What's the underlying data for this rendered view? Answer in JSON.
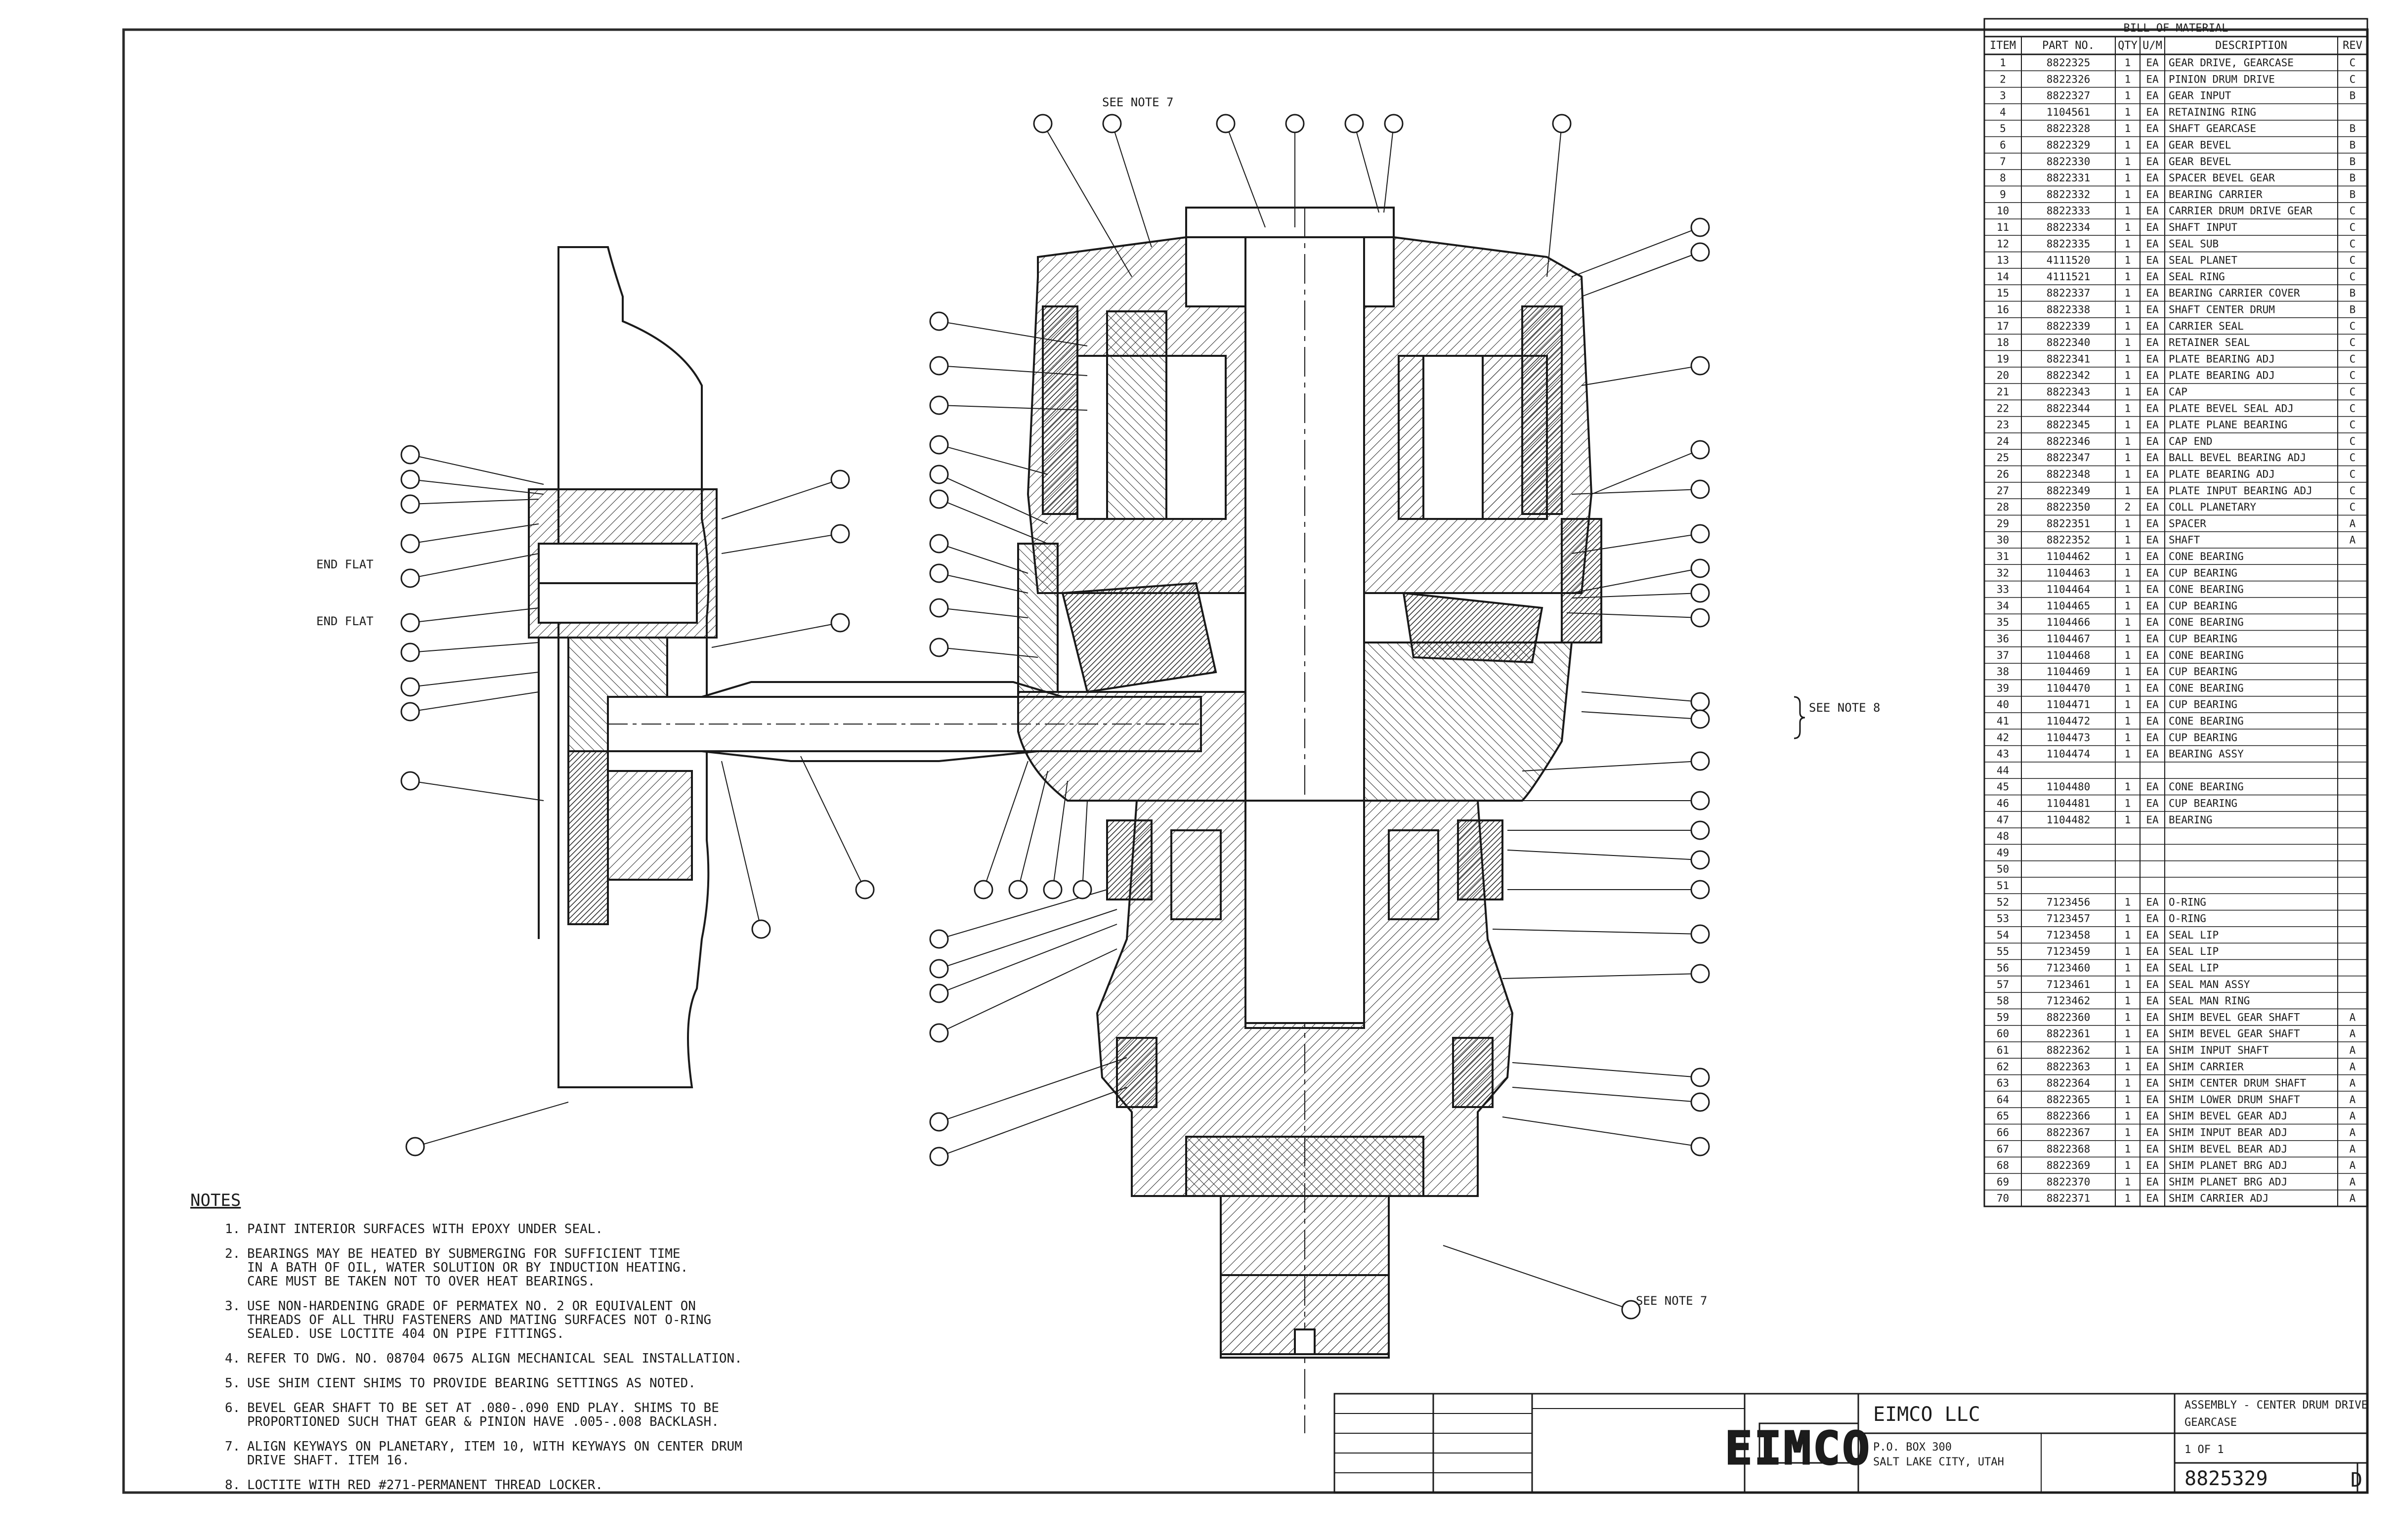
{
  "drawing": {
    "see_note_top": "SEE NOTE 7",
    "see_note_8": "SEE NOTE 8",
    "see_note_7_bottom": "SEE NOTE 7",
    "flat_label": "END FLAT"
  },
  "notes": {
    "heading": "NOTES",
    "items": [
      {
        "num": "1.",
        "lines": [
          "PAINT INTERIOR SURFACES WITH EPOXY UNDER SEAL."
        ]
      },
      {
        "num": "2.",
        "lines": [
          "BEARINGS MAY BE HEATED BY SUBMERGING FOR SUFFICIENT TIME",
          "IN A BATH OF OIL, WATER SOLUTION OR BY INDUCTION HEATING.",
          "CARE MUST BE TAKEN NOT TO OVER HEAT BEARINGS."
        ]
      },
      {
        "num": "3.",
        "lines": [
          "USE NON-HARDENING GRADE OF PERMATEX NO. 2 OR EQUIVALENT ON",
          "THREADS OF ALL THRU FASTENERS AND MATING SURFACES NOT O-RING",
          "SEALED. USE LOCTITE 404 ON PIPE FITTINGS."
        ]
      },
      {
        "num": "4.",
        "lines": [
          "REFER TO DWG. NO. 08704 0675 ALIGN MECHANICAL SEAL INSTALLATION."
        ]
      },
      {
        "num": "5.",
        "lines": [
          "USE SHIM CIENT SHIMS TO PROVIDE BEARING SETTINGS AS NOTED."
        ]
      },
      {
        "num": "6.",
        "lines": [
          "BEVEL GEAR SHAFT TO BE SET AT .080-.090 END PLAY. SHIMS TO BE",
          "PROPORTIONED SUCH THAT GEAR & PINION HAVE .005-.008 BACKLASH."
        ]
      },
      {
        "num": "7.",
        "lines": [
          "ALIGN KEYWAYS ON PLANETARY, ITEM 10, WITH KEYWAYS ON CENTER DRUM",
          "DRIVE SHAFT. ITEM 16."
        ]
      },
      {
        "num": "8.",
        "lines": [
          "LOCTITE WITH RED #271-PERMANENT THREAD LOCKER."
        ]
      }
    ]
  },
  "bom": {
    "title": "BILL OF MATERIAL",
    "headers": [
      "ITEM",
      "PART NO.",
      "QTY",
      "U/M",
      "DESCRIPTION",
      "REV"
    ],
    "rows": [
      [
        "1",
        "8822325",
        "1",
        "EA",
        "GEAR DRIVE, GEARCASE",
        "C"
      ],
      [
        "2",
        "8822326",
        "1",
        "EA",
        "PINION DRUM DRIVE",
        "C"
      ],
      [
        "3",
        "8822327",
        "1",
        "EA",
        "GEAR INPUT",
        "B"
      ],
      [
        "4",
        "1104561",
        "1",
        "EA",
        "RETAINING RING",
        ""
      ],
      [
        "5",
        "8822328",
        "1",
        "EA",
        "SHAFT GEARCASE",
        "B"
      ],
      [
        "6",
        "8822329",
        "1",
        "EA",
        "GEAR BEVEL",
        "B"
      ],
      [
        "7",
        "8822330",
        "1",
        "EA",
        "GEAR BEVEL",
        "B"
      ],
      [
        "8",
        "8822331",
        "1",
        "EA",
        "SPACER BEVEL GEAR",
        "B"
      ],
      [
        "9",
        "8822332",
        "1",
        "EA",
        "BEARING CARRIER",
        "B"
      ],
      [
        "10",
        "8822333",
        "1",
        "EA",
        "CARRIER DRUM DRIVE GEAR",
        "C"
      ],
      [
        "11",
        "8822334",
        "1",
        "EA",
        "SHAFT INPUT",
        "C"
      ],
      [
        "12",
        "8822335",
        "1",
        "EA",
        "SEAL SUB",
        "C"
      ],
      [
        "13",
        "4111520",
        "1",
        "EA",
        "SEAL PLANET",
        "C"
      ],
      [
        "14",
        "4111521",
        "1",
        "EA",
        "SEAL RING",
        "C"
      ],
      [
        "15",
        "8822337",
        "1",
        "EA",
        "BEARING CARRIER COVER",
        "B"
      ],
      [
        "16",
        "8822338",
        "1",
        "EA",
        "SHAFT CENTER DRUM",
        "B"
      ],
      [
        "17",
        "8822339",
        "1",
        "EA",
        "CARRIER SEAL",
        "C"
      ],
      [
        "18",
        "8822340",
        "1",
        "EA",
        "RETAINER SEAL",
        "C"
      ],
      [
        "19",
        "8822341",
        "1",
        "EA",
        "PLATE BEARING ADJ",
        "C"
      ],
      [
        "20",
        "8822342",
        "1",
        "EA",
        "PLATE BEARING ADJ",
        "C"
      ],
      [
        "21",
        "8822343",
        "1",
        "EA",
        "CAP",
        "C"
      ],
      [
        "22",
        "8822344",
        "1",
        "EA",
        "PLATE BEVEL SEAL ADJ",
        "C"
      ],
      [
        "23",
        "8822345",
        "1",
        "EA",
        "PLATE PLANE BEARING",
        "C"
      ],
      [
        "24",
        "8822346",
        "1",
        "EA",
        "CAP END",
        "C"
      ],
      [
        "25",
        "8822347",
        "1",
        "EA",
        "BALL BEVEL BEARING ADJ",
        "C"
      ],
      [
        "26",
        "8822348",
        "1",
        "EA",
        "PLATE BEARING ADJ",
        "C"
      ],
      [
        "27",
        "8822349",
        "1",
        "EA",
        "PLATE INPUT BEARING ADJ",
        "C"
      ],
      [
        "28",
        "8822350",
        "2",
        "EA",
        "COLL PLANETARY",
        "C"
      ],
      [
        "29",
        "8822351",
        "1",
        "EA",
        "SPACER",
        "A"
      ],
      [
        "30",
        "8822352",
        "1",
        "EA",
        "SHAFT",
        "A"
      ],
      [
        "31",
        "1104462",
        "1",
        "EA",
        "CONE BEARING",
        ""
      ],
      [
        "32",
        "1104463",
        "1",
        "EA",
        "CUP BEARING",
        ""
      ],
      [
        "33",
        "1104464",
        "1",
        "EA",
        "CONE BEARING",
        ""
      ],
      [
        "34",
        "1104465",
        "1",
        "EA",
        "CUP BEARING",
        ""
      ],
      [
        "35",
        "1104466",
        "1",
        "EA",
        "CONE BEARING",
        ""
      ],
      [
        "36",
        "1104467",
        "1",
        "EA",
        "CUP BEARING",
        ""
      ],
      [
        "37",
        "1104468",
        "1",
        "EA",
        "CONE BEARING",
        ""
      ],
      [
        "38",
        "1104469",
        "1",
        "EA",
        "CUP BEARING",
        ""
      ],
      [
        "39",
        "1104470",
        "1",
        "EA",
        "CONE BEARING",
        ""
      ],
      [
        "40",
        "1104471",
        "1",
        "EA",
        "CUP BEARING",
        ""
      ],
      [
        "41",
        "1104472",
        "1",
        "EA",
        "CONE BEARING",
        ""
      ],
      [
        "42",
        "1104473",
        "1",
        "EA",
        "CUP BEARING",
        ""
      ],
      [
        "43",
        "1104474",
        "1",
        "EA",
        "BEARING ASSY",
        ""
      ],
      [
        "44",
        "",
        "",
        "",
        "",
        ""
      ],
      [
        "45",
        "1104480",
        "1",
        "EA",
        "CONE BEARING",
        ""
      ],
      [
        "46",
        "1104481",
        "1",
        "EA",
        "CUP BEARING",
        ""
      ],
      [
        "47",
        "1104482",
        "1",
        "EA",
        "BEARING",
        ""
      ],
      [
        "48",
        "",
        "",
        "",
        "",
        ""
      ],
      [
        "49",
        "",
        "",
        "",
        "",
        ""
      ],
      [
        "50",
        "",
        "",
        "",
        "",
        ""
      ],
      [
        "51",
        "",
        "",
        "",
        "",
        ""
      ],
      [
        "52",
        "7123456",
        "1",
        "EA",
        "O-RING",
        ""
      ],
      [
        "53",
        "7123457",
        "1",
        "EA",
        "O-RING",
        ""
      ],
      [
        "54",
        "7123458",
        "1",
        "EA",
        "SEAL LIP",
        ""
      ],
      [
        "55",
        "7123459",
        "1",
        "EA",
        "SEAL LIP",
        ""
      ],
      [
        "56",
        "7123460",
        "1",
        "EA",
        "SEAL LIP",
        ""
      ],
      [
        "57",
        "7123461",
        "1",
        "EA",
        "SEAL MAN ASSY",
        ""
      ],
      [
        "58",
        "7123462",
        "1",
        "EA",
        "SEAL MAN RING",
        ""
      ],
      [
        "59",
        "8822360",
        "1",
        "EA",
        "SHIM BEVEL GEAR SHAFT",
        "A"
      ],
      [
        "60",
        "8822361",
        "1",
        "EA",
        "SHIM BEVEL GEAR SHAFT",
        "A"
      ],
      [
        "61",
        "8822362",
        "1",
        "EA",
        "SHIM INPUT SHAFT",
        "A"
      ],
      [
        "62",
        "8822363",
        "1",
        "EA",
        "SHIM CARRIER",
        "A"
      ],
      [
        "63",
        "8822364",
        "1",
        "EA",
        "SHIM CENTER DRUM SHAFT",
        "A"
      ],
      [
        "64",
        "8822365",
        "1",
        "EA",
        "SHIM LOWER DRUM SHAFT",
        "A"
      ],
      [
        "65",
        "8822366",
        "1",
        "EA",
        "SHIM BEVEL GEAR ADJ",
        "A"
      ],
      [
        "66",
        "8822367",
        "1",
        "EA",
        "SHIM INPUT BEAR ADJ",
        "A"
      ],
      [
        "67",
        "8822368",
        "1",
        "EA",
        "SHIM BEVEL BEAR ADJ",
        "A"
      ],
      [
        "68",
        "8822369",
        "1",
        "EA",
        "SHIM PLANET BRG ADJ",
        "A"
      ],
      [
        "69",
        "8822370",
        "1",
        "EA",
        "SHIM PLANET BRG ADJ",
        "A"
      ],
      [
        "70",
        "8822371",
        "1",
        "EA",
        "SHIM CARRIER ADJ",
        "A"
      ]
    ]
  },
  "title_block": {
    "company": "EIMCO",
    "company_llc": "EIMCO LLC",
    "address_1": "P.O. BOX 300",
    "address_2": "SALT LAKE CITY, UTAH",
    "title_1": "ASSEMBLY - CENTER DRUM DRIVE",
    "title_2": "GEARCASE",
    "drawing_no": "8825329",
    "rev": "D",
    "sheet": "1 OF 1"
  }
}
